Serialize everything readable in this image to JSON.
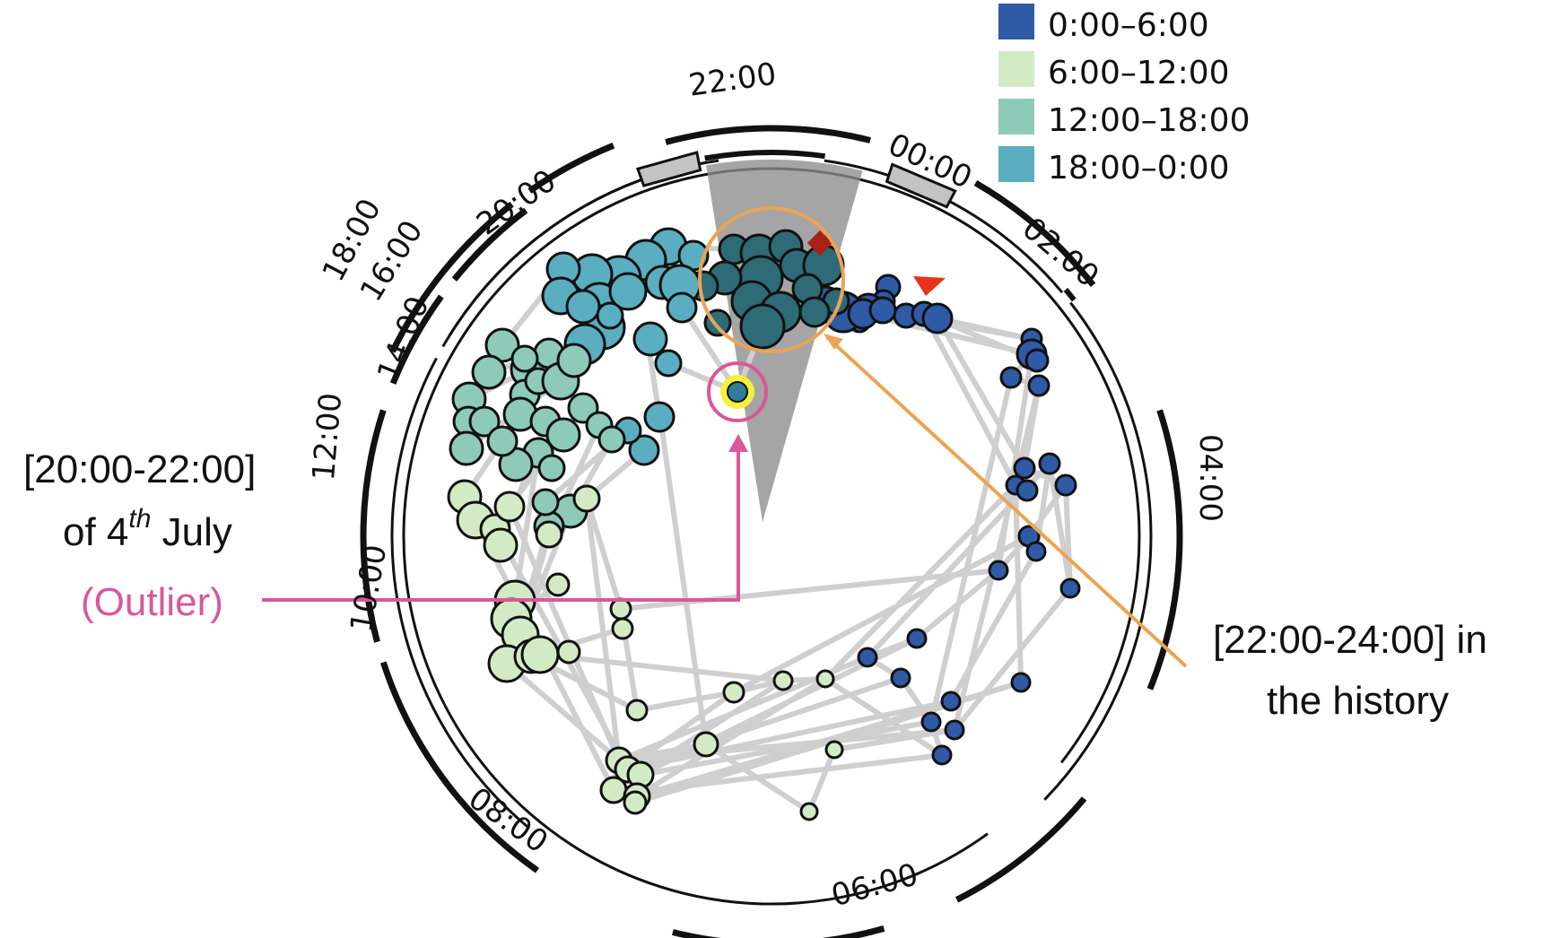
{
  "legend": [
    {
      "label": "0:00–6:00",
      "color": "#2f5aa5"
    },
    {
      "label": "6:00–12:00",
      "color": "#d3ebc4"
    },
    {
      "label": "12:00–18:00",
      "color": "#8ecab8"
    },
    {
      "label": "18:00–0:00",
      "color": "#5aaec0"
    }
  ],
  "time_labels": [
    "22:00",
    "00:00",
    "02:00",
    "04:00",
    "06:00",
    "08:00",
    "10:00",
    "12:00",
    "14:00",
    "16:00",
    "18:00",
    "20:00"
  ],
  "annotations": {
    "left_line1": "[20:00-22:00]",
    "left_line2_prefix": "of 4",
    "left_line2_sup": "th",
    "left_line2_suffix": " July",
    "outlier": "(Outlier)",
    "right_line1": "[22:00-24:00] in",
    "right_line2": "the history"
  },
  "colors": {
    "highlight_pink": "#d9579a",
    "highlight_orange": "#eaa456",
    "sector": "#8c8c8c",
    "edge": "#cfcfcf",
    "outlier_glow": "#f4f03c",
    "marker_dark_red": "#a82018",
    "marker_red": "#e8321e"
  }
}
